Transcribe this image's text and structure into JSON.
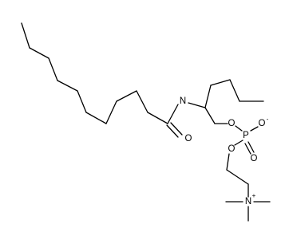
{
  "molecule": {
    "atom_labels": {
      "n_amide": "N",
      "o_carbonyl": "O",
      "o_ester_1": "O",
      "phosphorus": "P",
      "o_phosphate_minus": "O",
      "o_phosphate_double": "O",
      "o_ester_2": "O",
      "n_ammonium": "N"
    },
    "charges": {
      "o_minus": "-",
      "n_plus": "+"
    }
  }
}
